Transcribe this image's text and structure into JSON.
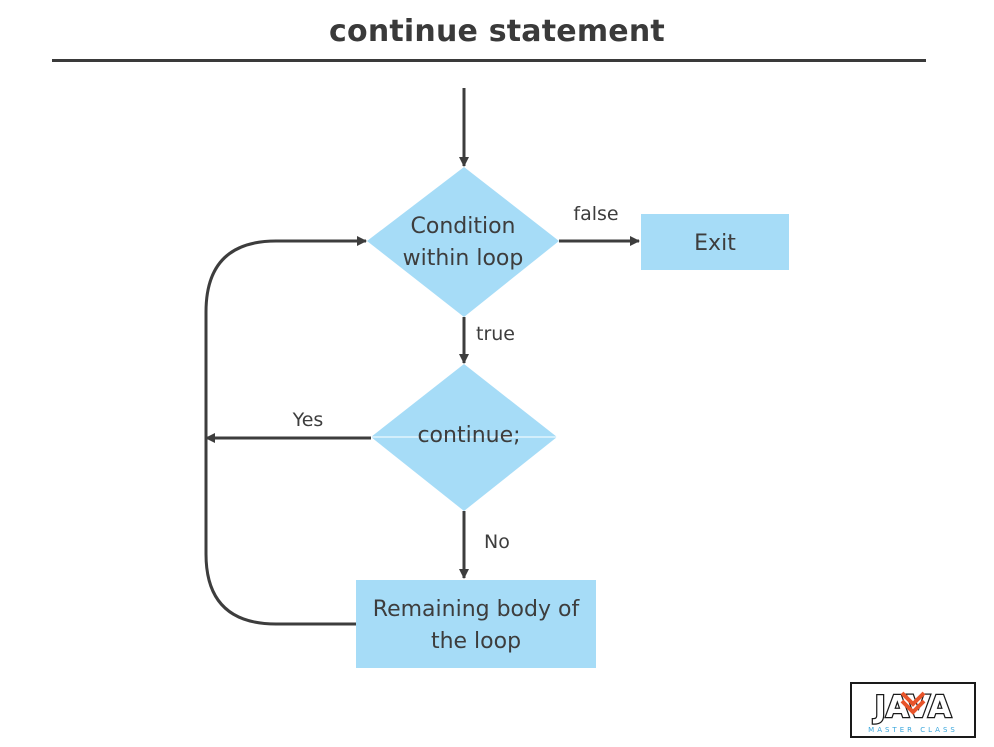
{
  "title": "continue statement",
  "nodes": {
    "condition": [
      "Condition",
      "within loop"
    ],
    "exit": "Exit",
    "continue": "continue;",
    "body": [
      "Remaining body of",
      "the loop"
    ]
  },
  "edges": {
    "false_label": "false",
    "true_label": "true",
    "yes_label": "Yes",
    "no_label": "No"
  },
  "logo": {
    "word": "JAVA",
    "tagline": "MASTER CLASS"
  },
  "colors": {
    "node_fill": "#a6dcf7",
    "line": "#3d3d3d",
    "logo_accent": "#e8542a",
    "logo_tagline": "#3aa7dd"
  }
}
